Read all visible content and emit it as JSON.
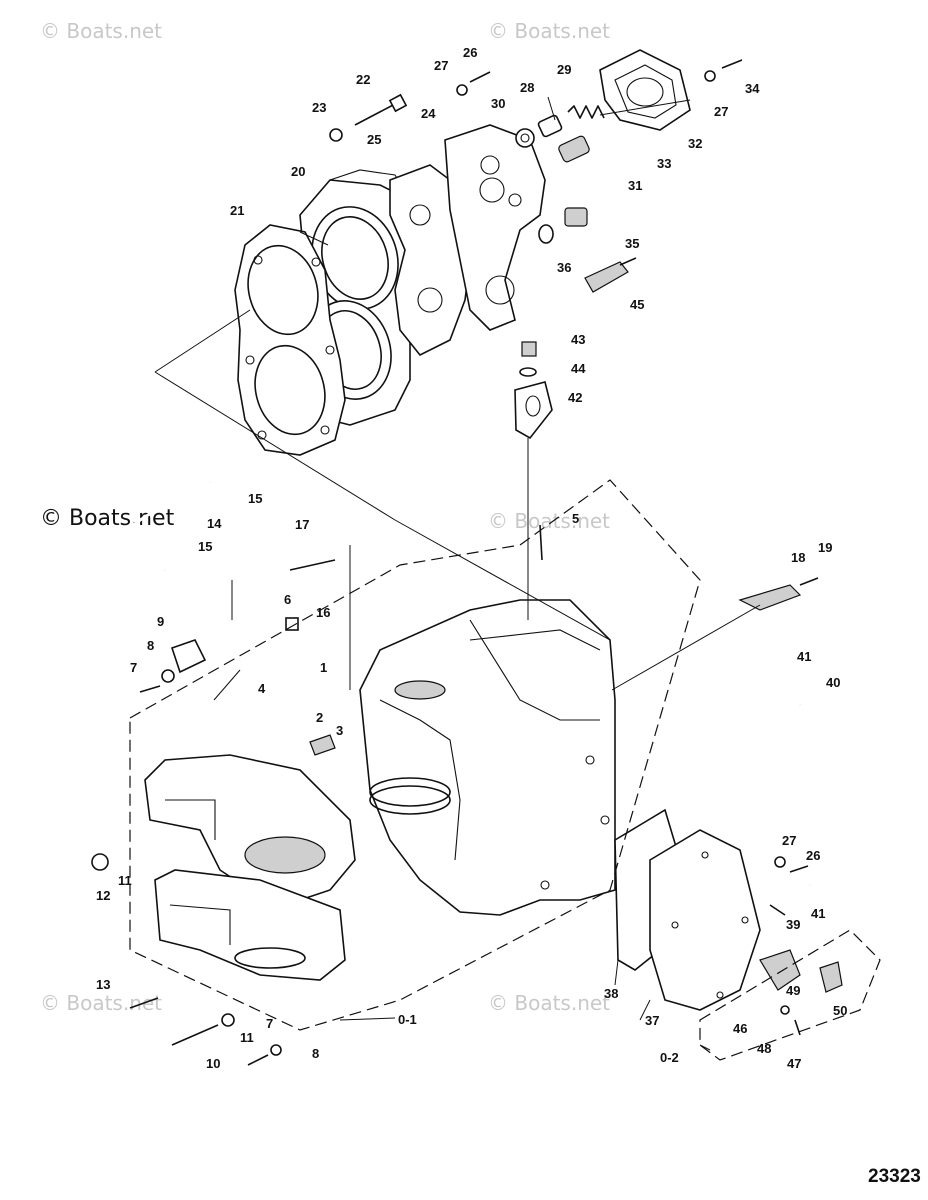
{
  "watermark": {
    "faint_text": "© Boats.net",
    "bold_text": "© Boats.net"
  },
  "figure_number": "23323",
  "assembly_labels": [
    "0-1",
    "0-2"
  ],
  "callouts": [
    "1",
    "2",
    "3",
    "4",
    "5",
    "6",
    "7",
    "7",
    "8",
    "8",
    "9",
    "10",
    "11",
    "11",
    "12",
    "13",
    "14",
    "15",
    "15",
    "16",
    "17",
    "18",
    "19",
    "20",
    "21",
    "22",
    "23",
    "24",
    "25",
    "26",
    "26",
    "27",
    "27",
    "27",
    "28",
    "29",
    "30",
    "31",
    "32",
    "33",
    "34",
    "35",
    "36",
    "37",
    "38",
    "39",
    "40",
    "41",
    "41",
    "42",
    "43",
    "44",
    "45",
    "46",
    "47",
    "48",
    "49",
    "50"
  ]
}
